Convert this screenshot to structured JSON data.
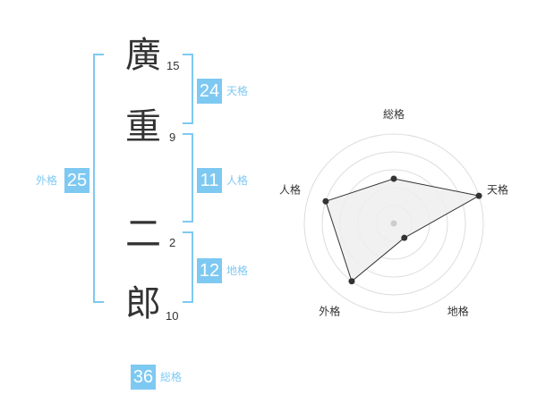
{
  "name_chars": [
    {
      "char": "廣",
      "strokes": "15"
    },
    {
      "char": "重",
      "strokes": "9"
    },
    {
      "char": "二",
      "strokes": "2"
    },
    {
      "char": "郎",
      "strokes": "10"
    }
  ],
  "fortunes": {
    "tenkaku": {
      "value": "24",
      "label": "天格"
    },
    "jinkaku": {
      "value": "11",
      "label": "人格"
    },
    "chikaku": {
      "value": "12",
      "label": "地格"
    },
    "gaikaku": {
      "value": "25",
      "label": "外格"
    },
    "soukaku": {
      "value": "36",
      "label": "総格"
    }
  },
  "colors": {
    "accent": "#7ec9f2",
    "text": "#333333",
    "grid": "#dddddd",
    "fill": "#eeeeee"
  },
  "chart_data": {
    "type": "radar",
    "axes": [
      "総格",
      "天格",
      "地格",
      "外格",
      "人格"
    ],
    "values": [
      2.5,
      5,
      1,
      4,
      4
    ],
    "max": 5,
    "rings": 5
  }
}
